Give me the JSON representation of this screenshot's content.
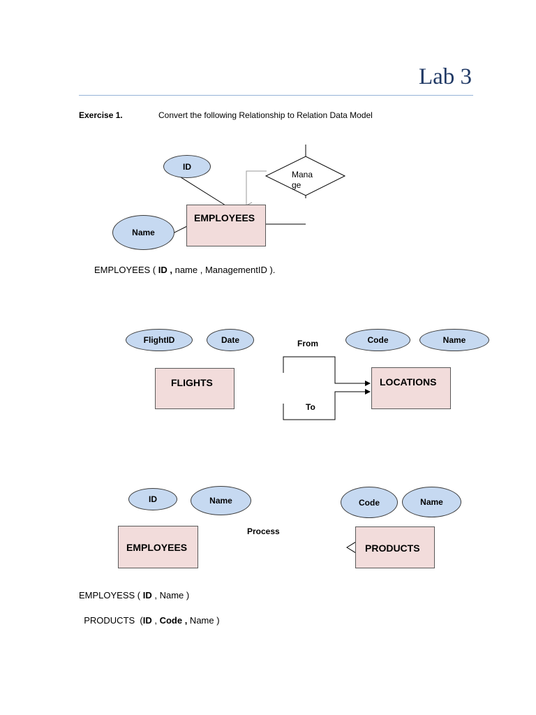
{
  "header": {
    "title": "Lab 3"
  },
  "exercise": {
    "label": "Exercise 1.",
    "instruction": "Convert the following Relationship to Relation Data Model"
  },
  "diagram1": {
    "entity": "EMPLOYEES",
    "attributes": [
      "ID",
      "Name"
    ],
    "relationship_line1": "Mana",
    "relationship_line2": "ge",
    "schema": {
      "prefix": "EMPLOYEES ( ",
      "key": "ID ,",
      "rest": " name , ManagementID )."
    }
  },
  "diagram2": {
    "entities": [
      "FLIGHTS",
      "LOCATIONS"
    ],
    "flight_attributes": [
      "FlightID",
      "Date"
    ],
    "location_attributes": [
      "Code",
      "Name"
    ],
    "from_label": "From",
    "to_label": "To"
  },
  "diagram3": {
    "entities": [
      "EMPLOYEES",
      "PRODUCTS"
    ],
    "employee_attributes": [
      "ID",
      "Name"
    ],
    "product_attributes": [
      "Code",
      "Name"
    ],
    "relationship": "Process",
    "schema1": {
      "prefix": "EMPLOYESS ( ",
      "key": "ID",
      "rest": " , Name )"
    },
    "schema2": {
      "prefix": "PRODUCTS  (",
      "key1": "ID",
      "sep": " , ",
      "key2": "Code ,",
      "rest": " Name )"
    }
  }
}
